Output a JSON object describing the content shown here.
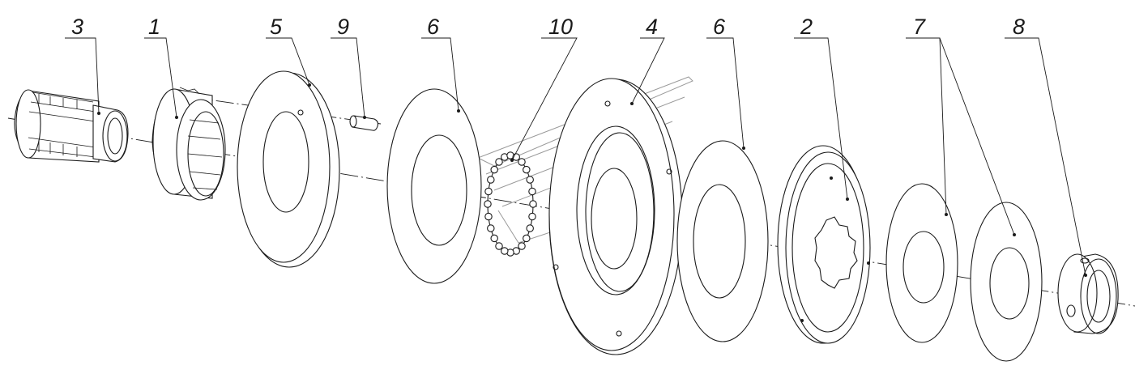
{
  "callouts": [
    {
      "id": "c3",
      "label": "3"
    },
    {
      "id": "c1",
      "label": "1"
    },
    {
      "id": "c5",
      "label": "5"
    },
    {
      "id": "c9",
      "label": "9"
    },
    {
      "id": "c6a",
      "label": "6"
    },
    {
      "id": "c10",
      "label": "10"
    },
    {
      "id": "c4",
      "label": "4"
    },
    {
      "id": "c6b",
      "label": "6"
    },
    {
      "id": "c2",
      "label": "2"
    },
    {
      "id": "c7",
      "label": "7"
    },
    {
      "id": "c8",
      "label": "8"
    }
  ],
  "colors": {
    "line": "#1a1a1a",
    "watermark": "#9a9a9a",
    "background": "#ffffff"
  }
}
